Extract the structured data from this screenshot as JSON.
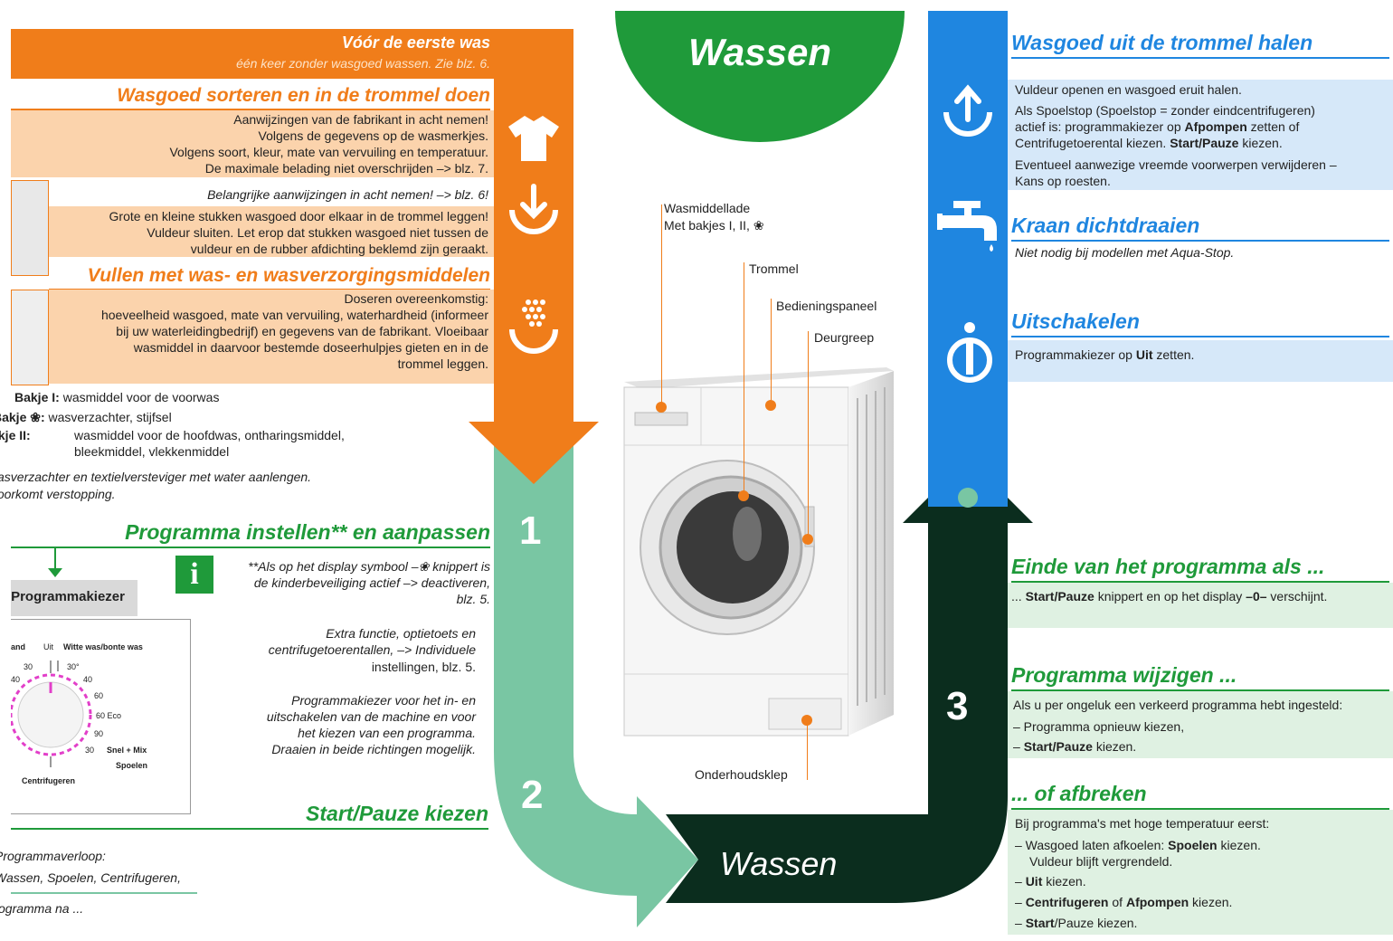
{
  "top_center": {
    "title": "Wassen"
  },
  "flow_label": {
    "bottom": "Wassen"
  },
  "steps": {
    "one": "1",
    "two": "2",
    "three": "3"
  },
  "left": {
    "first_wash": {
      "title": "Vóór de eerste was",
      "text": "één keer zonder wasgoed wassen. Zie blz. 6."
    },
    "sort": {
      "title": "Wasgoed sorteren en in de trommel doen",
      "lines": [
        "Aanwijzingen van de fabrikant in acht nemen!",
        "Volgens de gegevens op de wasmerkjes.",
        "Volgens soort, kleur, mate van vervuiling en temperatuur.",
        "De maximale belading niet overschrijden –> blz. 7."
      ],
      "note": "Belangrijke aanwijzingen in acht nemen! –> blz. 6!",
      "lines2": [
        "Grote en kleine stukken wasgoed door elkaar in de trommel leggen!",
        "Vuldeur sluiten. Let erop dat stukken wasgoed niet tussen de",
        "vuldeur en de rubber afdichting beklemd zijn geraakt."
      ]
    },
    "fill": {
      "title": "Vullen met was- en wasverzorgingsmiddelen",
      "lines": [
        "Doseren overeenkomstig:",
        "hoeveelheid wasgoed, mate van vervuiling, waterhardheid (informeer",
        "bij uw waterleidingbedrijf) en gegevens van de fabrikant. Vloeibaar",
        "wasmiddel in daarvoor bestemde doseerhulpjes gieten en in de",
        "trommel leggen."
      ]
    },
    "compartments": {
      "c1_label": "Bakje I:",
      "c1_text": "wasmiddel voor de voorwas",
      "c2_label": "Bakje ❀:",
      "c2_text": "wasverzachter, stijfsel",
      "c3_label": "Bakje II:",
      "c3_text": "wasmiddel voor de hoofdwas, ontharingsmiddel,",
      "c3_text2": "bleekmiddel, vlekkenmiddel",
      "note1": "Dikke wasverzachter en textielversteviger met water aanlengen.",
      "note2": "Voorkomt verstopping."
    },
    "program": {
      "title": "Programma instellen** en aanpassen",
      "selector_label": "Programmakiezer",
      "info_note_1": "**Als op het display symbool –❀ knippert is",
      "info_note_2": "de kinderbeveiliging actief –> deactiveren,",
      "info_note_3": "blz. 5.",
      "extra_1": "Extra functie, optietoets en",
      "extra_2": "centrifugetoerentallen, –> Individuele",
      "extra_3": "instellingen, blz. 5.",
      "selector_1": "Programmakiezer voor het in- en",
      "selector_2": "uitschakelen van de machine en voor",
      "selector_3": "het kiezen van een programma.",
      "selector_4": "Draaien in beide richtingen mogelijk.",
      "dial": {
        "and": "and",
        "uit": "Uit",
        "witte": "Witte was/bonte was",
        "t30a": "30",
        "t30b": "30°",
        "t40a": "40",
        "t40b": "40",
        "t60": "60",
        "t60eco": "60 Eco",
        "t90": "90",
        "t30c": "30",
        "fein": "Snel + Mix",
        "spoelen": "Spoelen",
        "centri": "Centrifugeren"
      }
    },
    "start": {
      "title": "Start/Pauze kiezen",
      "line1": "Programmaverloop:",
      "line2": "Wassen, Spoelen, Centrifugeren,",
      "line3": "Programma na ..."
    }
  },
  "machine": {
    "callouts": {
      "drawer": "Wasmiddellade",
      "drawer2": "Met bakjes I, II, ❀",
      "drum": "Trommel",
      "panel": "Bedieningspaneel",
      "handle": "Deurgreep",
      "flap": "Onderhoudsklep"
    }
  },
  "right": {
    "remove": {
      "title": "Wasgoed uit de trommel halen",
      "p1": "Vuldeur openen en wasgoed eruit halen.",
      "p2a": "Als Spoelstop (Spoelstop = zonder eindcentrifugeren)",
      "p2b": "actief is: programmakiezer op ",
      "p2b_bold": "Afpompen",
      "p2b_end": " zetten of",
      "p2c": "Centrifugetoerental kiezen. ",
      "p2c_bold": "Start/Pauze",
      "p2c_end": " kiezen.",
      "p3a": "Eventueel aanwezige vreemde voorwerpen verwijderen –",
      "p3b": "Kans op roesten."
    },
    "tap": {
      "title": "Kraan dichtdraaien",
      "text": "Niet nodig bij modellen met Aqua-Stop."
    },
    "off": {
      "title": "Uitschakelen",
      "text": "Programmakiezer op ",
      "text_bold": "Uit",
      "text_end": " zetten."
    },
    "end": {
      "title": "Einde van het programma als ...",
      "text_pre": "... ",
      "text_bold": "Start/Pauze",
      "text_mid": " knippert en op het display ",
      "text_bold2": "–0–",
      "text_end": " verschijnt."
    },
    "change": {
      "title": "Programma wijzigen ...",
      "line1": "Als u per ongeluk een verkeerd programma hebt ingesteld:",
      "line2": "– Programma opnieuw kiezen,",
      "line3_bold": "Start/Pauze",
      "line3_pre": "– ",
      "line3_end": " kiezen."
    },
    "abort": {
      "title": "... of afbreken",
      "line1": "Bij programma's met hoge temperatuur eerst:",
      "line2_pre": "– Wasgoed laten afkoelen: ",
      "line2_bold": "Spoelen",
      "line2_end": " kiezen.",
      "line3": "Vuldeur blijft vergrendeld.",
      "line4_pre": "– ",
      "line4_bold": "Uit",
      "line4_end": " kiezen.",
      "line5_pre": "– ",
      "line5_bold": "Centrifugeren",
      "line5_mid": " of ",
      "line5_bold2": "Afpompen",
      "line5_end": " kiezen.",
      "line6_pre": "– ",
      "line6_bold": "Start",
      "line6_end": "/Pauze kiezen."
    }
  },
  "colors": {
    "orange": "#f07d1a",
    "green": "#1f9a3a",
    "mint": "#79c6a3",
    "dark": "#0b2d1e",
    "blue": "#1f86e0",
    "light_blue": "#d6e8f9"
  },
  "icons": [
    "shirt-icon",
    "download-arrow-icon",
    "detergent-icon",
    "upload-arrow-icon",
    "tap-icon",
    "power-icon",
    "info-icon"
  ]
}
